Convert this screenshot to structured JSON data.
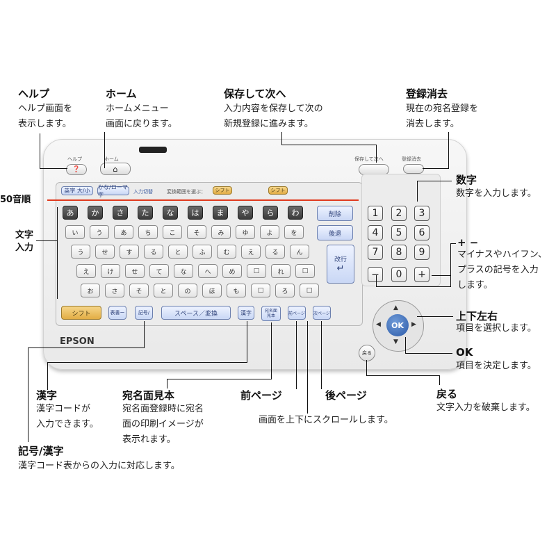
{
  "callouts": {
    "help": {
      "title": "ヘルプ",
      "desc": "ヘルプ画面を\n表示します。"
    },
    "home": {
      "title": "ホーム",
      "desc": "ホームメニュー\n画面に戻ります。"
    },
    "save_next": {
      "title": "保存して次へ",
      "desc": "入力内容を保存して次の\n新規登録に進みます。"
    },
    "delete_reg": {
      "title": "登録消去",
      "desc": "現在の宛名登録を\n消去します。"
    },
    "number": {
      "title": "数字",
      "desc": "数字を入力します。"
    },
    "plus_minus": {
      "title": "+ −",
      "desc": "マイナスやハイフン、\nプラスの記号を入力\nします。"
    },
    "cursor": {
      "title": "上下左右",
      "desc": "項目を選択します。"
    },
    "ok": {
      "title": "OK",
      "desc": "項目を決定します。"
    },
    "back": {
      "title": "戻る",
      "desc": "文字入力を破棄します。"
    },
    "kanji": {
      "title": "漢字",
      "desc": "漢字コードが\n入力できます。"
    },
    "preview": {
      "title": "宛名面見本",
      "desc": "宛名面登録時に宛名\n面の印刷イメージが\n表示れます。"
    },
    "prev_page": {
      "title": "前ページ"
    },
    "next_page": {
      "title": "後ページ"
    },
    "scroll_desc": "画面を上下にスクロールします。",
    "symbol_kanji": {
      "title": "記号/漢字",
      "desc": "漢字コード表からの入力に対応します。"
    },
    "gojuon": "50音順",
    "char_input": "文字\n入力"
  },
  "device": {
    "brand": "EPSON",
    "help_label": "ヘルプ",
    "home_label": "ホーム",
    "save_next_label": "保存して次へ",
    "delete_label": "登録消去",
    "back_key": "戻る",
    "ok_key": "OK",
    "top_bar": {
      "case": "英字 大/小",
      "kana": "かな/ローマ字",
      "mode": "入力切替",
      "range": "変換範囲を選ぶ：",
      "shift": "シフト"
    },
    "kana_row": [
      "あ",
      "か",
      "さ",
      "た",
      "な",
      "は",
      "ま",
      "や",
      "ら",
      "わ"
    ],
    "delete_key": "削除",
    "back_space": "後退",
    "enter_key": "改行",
    "row2": [
      "い",
      "う",
      "あ",
      "ち",
      "こ",
      "そ",
      "み",
      "ゆ",
      "よ",
      "を"
    ],
    "row3": [
      "う",
      "せ",
      "す",
      "る",
      "と",
      "ふ",
      "む",
      "え",
      "る",
      "ん"
    ],
    "row4": [
      "え",
      "け",
      "せ",
      "て",
      "な",
      "へ",
      "め",
      "□",
      "れ",
      "□"
    ],
    "row5": [
      "お",
      "さ",
      "そ",
      "と",
      "の",
      "ほ",
      "も",
      "□",
      "ろ",
      "□"
    ],
    "shift_key": "シフト",
    "table_key": "表書ー",
    "symbol_key": "記号/",
    "space_key": "スペース／変換",
    "kanji_key": "漢字",
    "preview_key": "宛名面\n見本",
    "prev_key": "前ページ",
    "next_key": "次ページ",
    "numpad": [
      "1",
      "2",
      "3",
      "4",
      "5",
      "6",
      "7",
      "8",
      "9",
      "−",
      "0",
      "+"
    ]
  }
}
